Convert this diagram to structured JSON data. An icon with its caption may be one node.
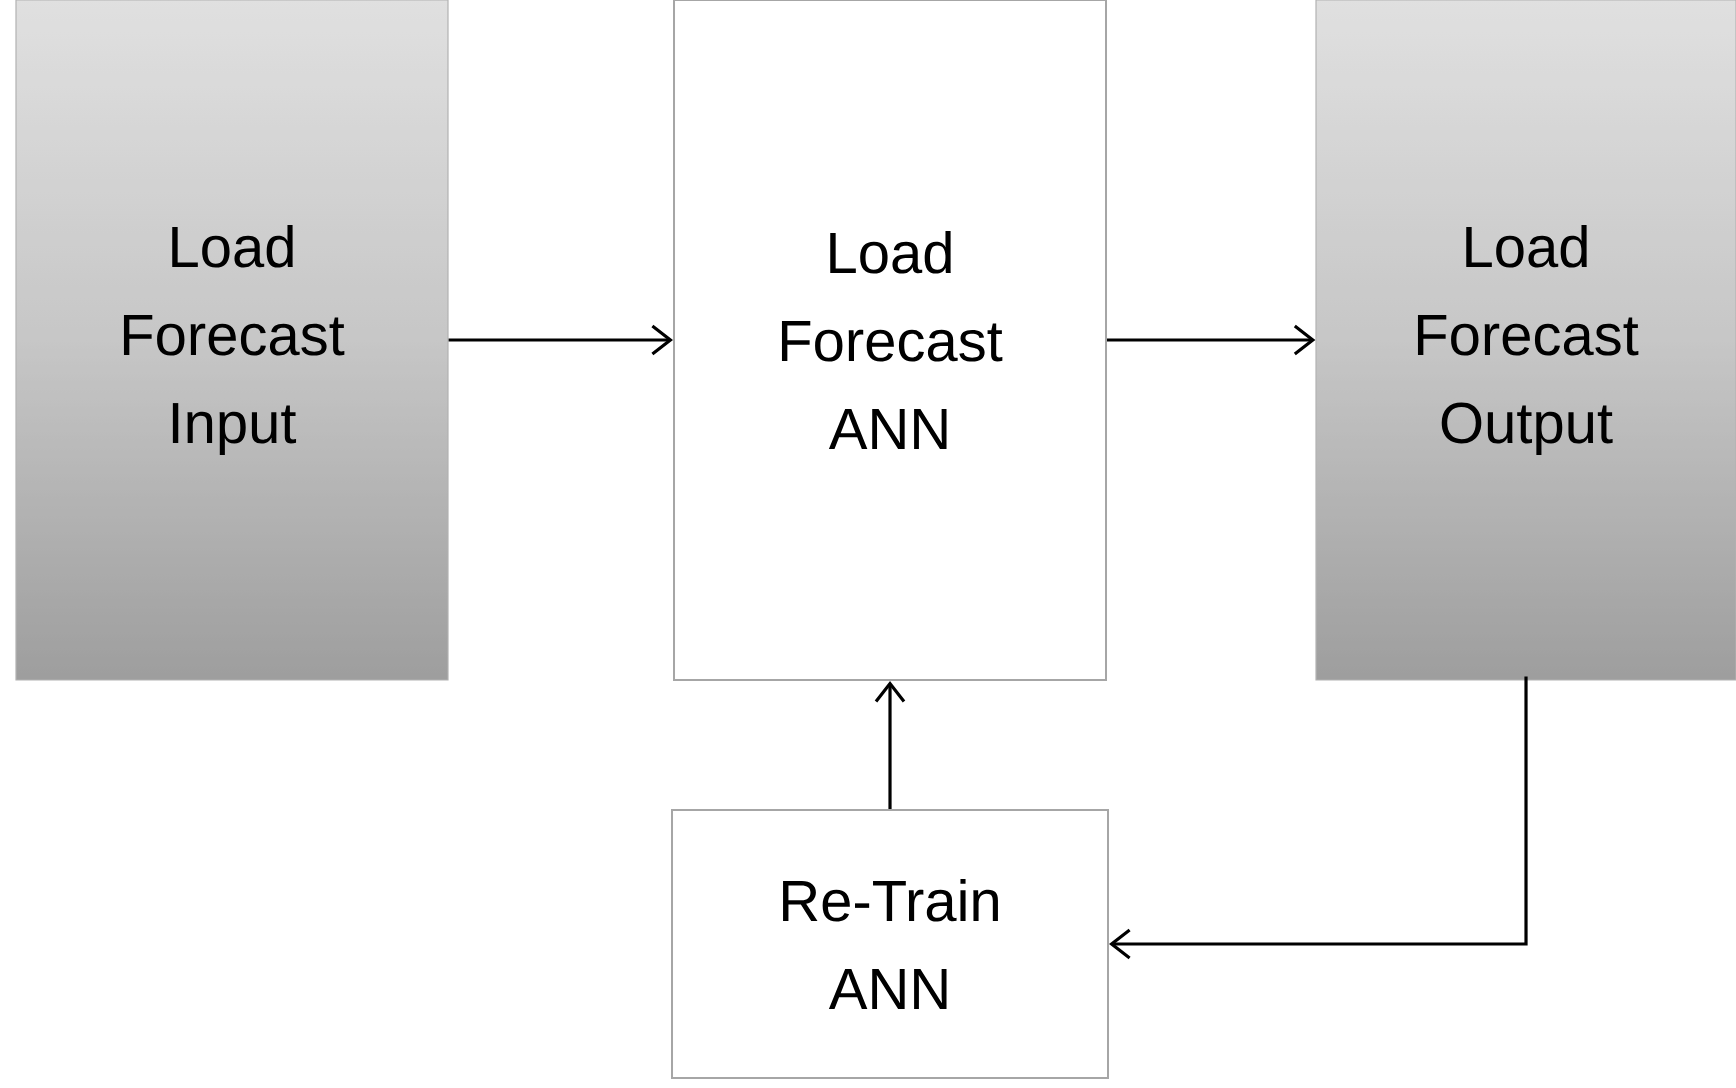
{
  "diagram": {
    "nodes": [
      {
        "text": [
          "Load Forecast Input"
        ]
      },
      {
        "text": [
          "Load Forecast ANN"
        ]
      },
      {
        "text": [
          "Load Forecast Output"
        ]
      },
      {
        "text": [
          "Re-Train ANN"
        ]
      }
    ],
    "edges": [
      {
        "from": 0,
        "to": 1,
        "arrow": "to"
      },
      {
        "from": 1,
        "to": 2,
        "arrow": "to"
      },
      {
        "from": 3,
        "to": 1,
        "arrow": "to"
      },
      {
        "from": 2,
        "to": 3,
        "arrow": "to"
      }
    ]
  }
}
